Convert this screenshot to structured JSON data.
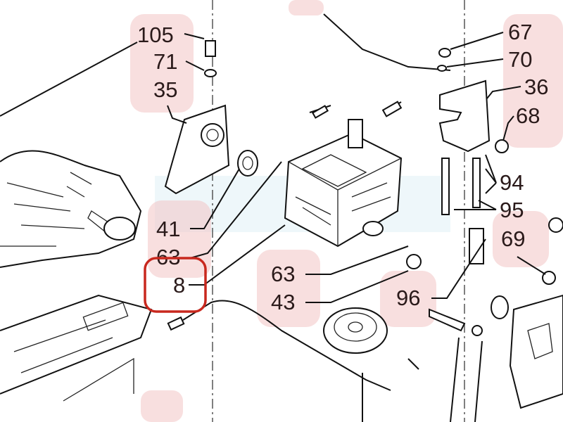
{
  "diagram": {
    "highlight_color": "#f3c4c4",
    "selection_color": "#c8281e",
    "selected_label": "8",
    "labels": {
      "l105": "105",
      "l71": "71",
      "l35": "35",
      "l41": "41",
      "l63a": "63",
      "l8": "8",
      "l63b": "63",
      "l43": "43",
      "l96": "96",
      "l67": "67",
      "l70": "70",
      "l36": "36",
      "l68": "68",
      "l94": "94",
      "l95": "95",
      "l69": "69"
    }
  }
}
